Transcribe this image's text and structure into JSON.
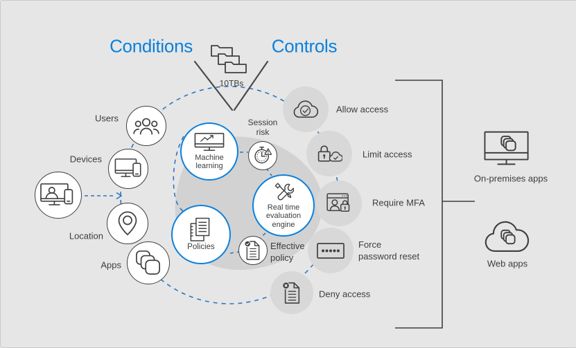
{
  "colors": {
    "background": "#e6e6e6",
    "accent_blue": "#0a80dd",
    "dash_blue": "#2e74c0",
    "ink": "#3f3f3f",
    "disc_gray": "#d8d8d8",
    "blob_gray": "#d2d2d2"
  },
  "titles": {
    "conditions": "Conditions",
    "controls": "Controls"
  },
  "funnel": {
    "data_label": "10TBs"
  },
  "conditions": {
    "users": "Users",
    "devices": "Devices",
    "location": "Location",
    "apps": "Apps"
  },
  "engine": {
    "machine_learning_line1": "Machine",
    "machine_learning_line2": "learning",
    "session_risk_line1": "Session",
    "session_risk_line2": "risk",
    "rtee_line1": "Real time",
    "rtee_line2": "evaluation",
    "rtee_line3": "engine",
    "policies": "Policies",
    "effective_line1": "Effective",
    "effective_line2": "policy"
  },
  "controls": {
    "allow": "Allow access",
    "limit": "Limit access",
    "mfa": "Require MFA",
    "force_line1": "Force",
    "force_line2": "password reset",
    "deny": "Deny access"
  },
  "apps": {
    "on_premises": "On-premises apps",
    "web": "Web apps"
  }
}
